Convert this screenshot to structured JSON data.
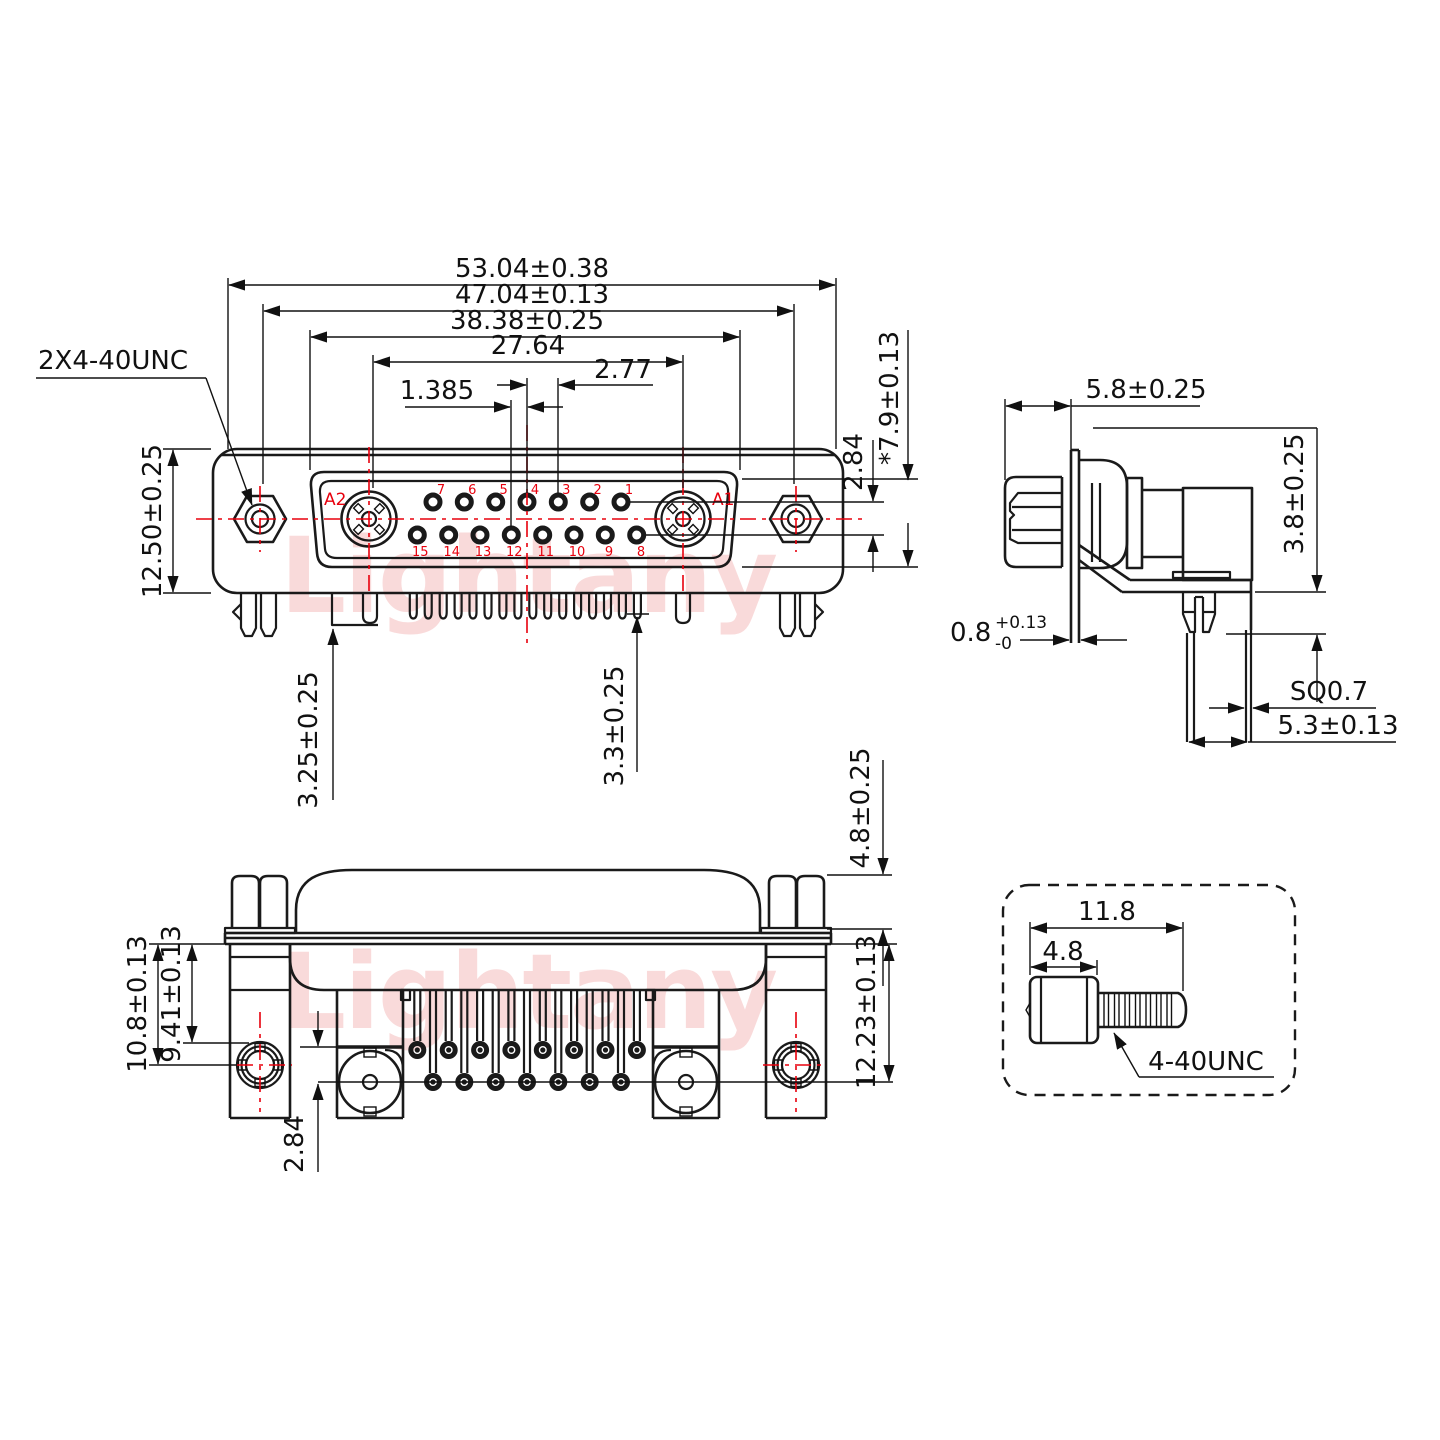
{
  "watermark": {
    "text": "Lightany"
  },
  "front_view": {
    "thread_callout": "2X4-40UNC",
    "dims": {
      "overall_width": "53.04±0.38",
      "mount_span": "47.04±0.13",
      "flange_width": "38.38±0.25",
      "coax_span": "27.64",
      "pin_pitch": "2.77",
      "pin_half_pitch": "1.385",
      "body_height": "12.50±0.25",
      "row_gap": "2.84",
      "flange_height": "*7.9±0.13",
      "left_tail": "3.25±0.25",
      "right_tail": "3.3±0.25"
    },
    "coax_labels": {
      "left": "A2",
      "right": "A1"
    },
    "pin_numbers": [
      "1",
      "2",
      "3",
      "4",
      "5",
      "6",
      "7",
      "8",
      "9",
      "10",
      "11",
      "12",
      "13",
      "14",
      "15"
    ]
  },
  "side_view": {
    "dims": {
      "depth": "5.8±0.25",
      "bracket_height": "3.8±0.25",
      "flange_thickness": "0.8",
      "flange_tol_plus": "+0.13",
      "flange_tol_minus": "-0",
      "pin_section": "SQ0.7",
      "pin_offset": "5.3±0.13"
    }
  },
  "bottom_view": {
    "dims": {
      "mount_to_center": "10.8±0.13",
      "mount_to_insert": "9.41±0.13",
      "coax_offset": "2.84",
      "flange_to_coax": "12.23±0.13",
      "nut_height": "4.8±0.25"
    }
  },
  "screw_detail": {
    "dims": {
      "overall_length": "11.8",
      "head_length": "4.8"
    },
    "thread_spec": "4-40UNC"
  }
}
